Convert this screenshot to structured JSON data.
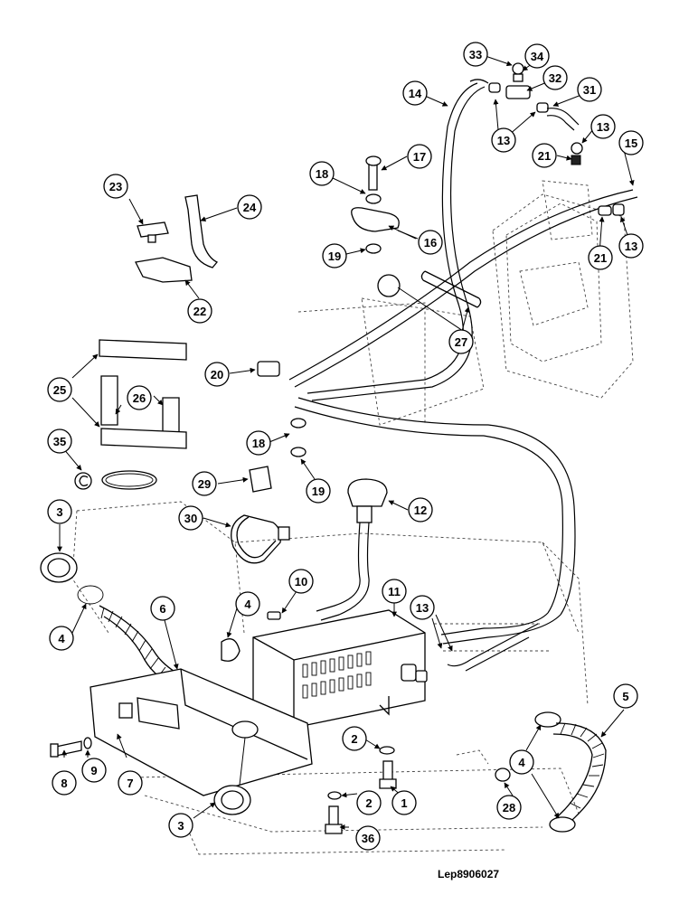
{
  "drawing_reference": "Lep8906027",
  "callout_numbers": [
    "1",
    "2",
    "3",
    "4",
    "5",
    "6",
    "7",
    "8",
    "9",
    "10",
    "11",
    "12",
    "13",
    "14",
    "15",
    "16",
    "17",
    "18",
    "19",
    "20",
    "21",
    "22",
    "23",
    "24",
    "25",
    "26",
    "27",
    "28",
    "29",
    "30",
    "31",
    "32",
    "33",
    "34",
    "35",
    "36"
  ]
}
